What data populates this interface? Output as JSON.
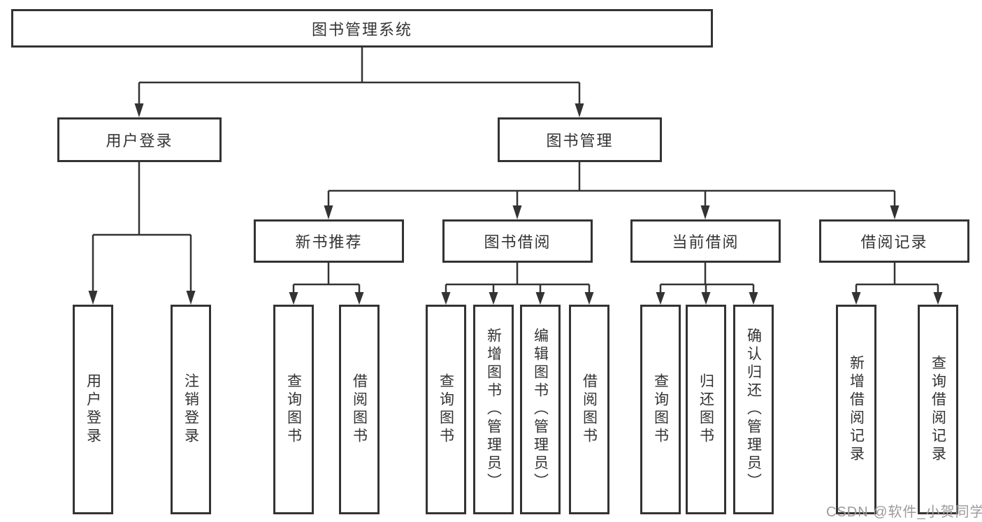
{
  "diagram_title": "图书管理系统",
  "tree": {
    "label": "图书管理系统",
    "children": [
      {
        "label": "用户登录",
        "children": [
          {
            "label": "用户登录"
          },
          {
            "label": "注销登录"
          }
        ]
      },
      {
        "label": "图书管理",
        "children": [
          {
            "label": "新书推荐",
            "children": [
              {
                "label": "查询图书"
              },
              {
                "label": "借阅图书"
              }
            ]
          },
          {
            "label": "图书借阅",
            "children": [
              {
                "label": "查询图书"
              },
              {
                "label": "新增图书（管理员）"
              },
              {
                "label": "编辑图书（管理员）"
              },
              {
                "label": "借阅图书"
              }
            ]
          },
          {
            "label": "当前借阅",
            "children": [
              {
                "label": "查询图书"
              },
              {
                "label": "归还图书"
              },
              {
                "label": "确认归还（管理员）"
              }
            ]
          },
          {
            "label": "借阅记录",
            "children": [
              {
                "label": "新增借阅记录"
              },
              {
                "label": "查询借阅记录"
              }
            ]
          }
        ]
      }
    ]
  },
  "watermark": "CSDN @软件_小贺同学",
  "colors": {
    "line": "#333333",
    "box_border": "#333333",
    "box_fill": "#ffffff",
    "text": "#333333",
    "watermark": "#9b9b9b",
    "background": "#ffffff"
  }
}
